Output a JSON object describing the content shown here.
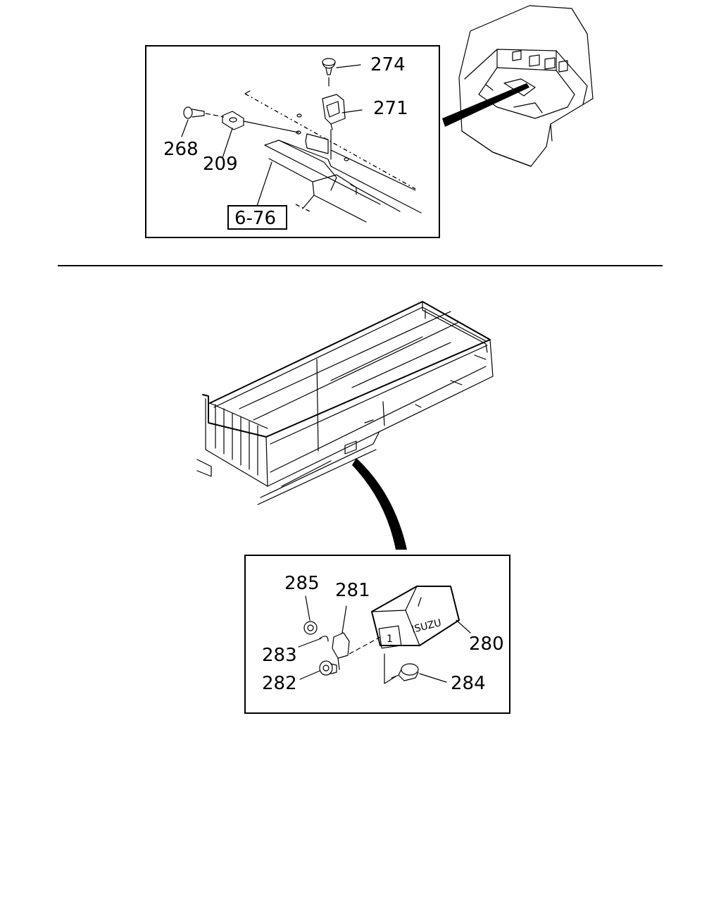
{
  "diagram": {
    "top_panel": {
      "callouts": [
        "274",
        "271",
        "268",
        "209"
      ],
      "reference_box": "6-76"
    },
    "bottom_panel": {
      "callouts": [
        "285",
        "281",
        "283",
        "282",
        "280",
        "284"
      ],
      "brand_text": "ISUZU",
      "lamp_window_text": "1"
    }
  }
}
